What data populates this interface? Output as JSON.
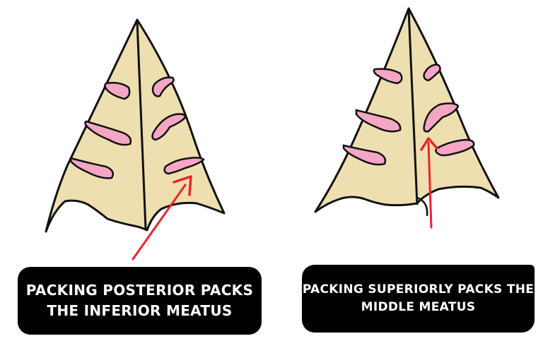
{
  "colors": {
    "turbinate_fill": "#EEDFB0",
    "meatus_fill": "#F4A6C4",
    "outline": "#111111",
    "arrow": "#E8252B",
    "caption_bg": "#000000",
    "caption_text": "#FFFFFF"
  },
  "captions": {
    "left": {
      "line1": "Packing posterior packs",
      "line2": "the inferior meatus"
    },
    "right": {
      "line1": "Packing superiorly packs the",
      "line2": "middle meatus"
    }
  }
}
